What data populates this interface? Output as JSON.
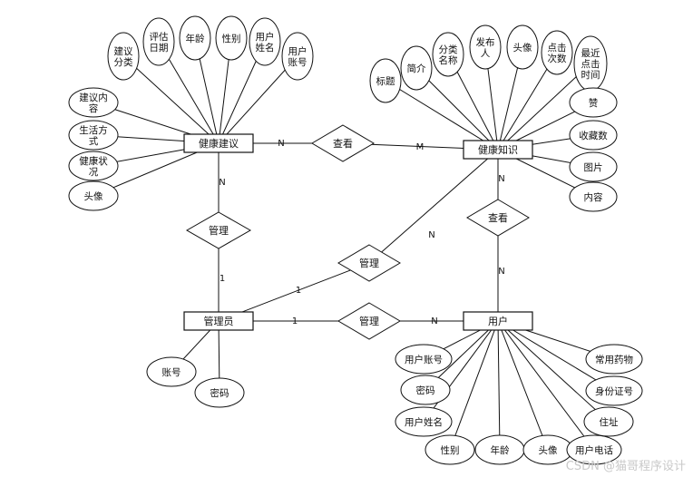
{
  "entities": {
    "health_advice": "健康建议",
    "health_knowledge": "健康知识",
    "admin": "管理员",
    "user": "用户"
  },
  "relationships": {
    "view_top": "查看",
    "view_right": "查看",
    "manage_left": "管理",
    "manage_diag": "管理",
    "manage_bottom": "管理"
  },
  "attributes": {
    "advice_category": [
      "建议",
      "分类"
    ],
    "assess_date": [
      "评估",
      "日期"
    ],
    "advice_age": [
      "年龄"
    ],
    "advice_gender": [
      "性别"
    ],
    "advice_user_name": [
      "用户",
      "姓名"
    ],
    "advice_user_account": [
      "用户",
      "账号"
    ],
    "advice_content": [
      "建议内",
      "容"
    ],
    "life_style": [
      "生活方",
      "式"
    ],
    "health_status": [
      "健康状",
      "况"
    ],
    "advice_avatar": [
      "头像"
    ],
    "know_title": [
      "标题"
    ],
    "know_intro": [
      "简介"
    ],
    "know_category": [
      "分类",
      "名称"
    ],
    "know_publisher": [
      "发布",
      "人"
    ],
    "know_avatar": [
      "头像"
    ],
    "know_clicks": [
      "点击",
      "次数"
    ],
    "know_last_click": [
      "最近",
      "点击",
      "时间"
    ],
    "know_likes": [
      "赞"
    ],
    "know_favorites": [
      "收藏数"
    ],
    "know_image": [
      "图片"
    ],
    "know_content": [
      "内容"
    ],
    "admin_account": [
      "账号"
    ],
    "admin_password": [
      "密码"
    ],
    "user_account": [
      "用户账号"
    ],
    "user_password": [
      "密码"
    ],
    "user_name": [
      "用户姓名"
    ],
    "user_gender": [
      "性别"
    ],
    "user_age": [
      "年龄"
    ],
    "user_avatar": [
      "头像"
    ],
    "user_phone": [
      "用户电话"
    ],
    "user_medicine": [
      "常用药物"
    ],
    "user_id_card": [
      "身份证号"
    ],
    "user_address": [
      "住址"
    ]
  },
  "cardinalities": {
    "advice_view": "N",
    "view_knowledge": "M",
    "knowledge_view2": "N",
    "view2_user": "N",
    "advice_manage": "N",
    "manage_admin": "1",
    "admin_manage_diag": "1",
    "manage_diag_knowledge": "N",
    "admin_manage_bottom": "1",
    "manage_bottom_user": "N"
  },
  "watermark": "CSDN @猫哥程序设计"
}
